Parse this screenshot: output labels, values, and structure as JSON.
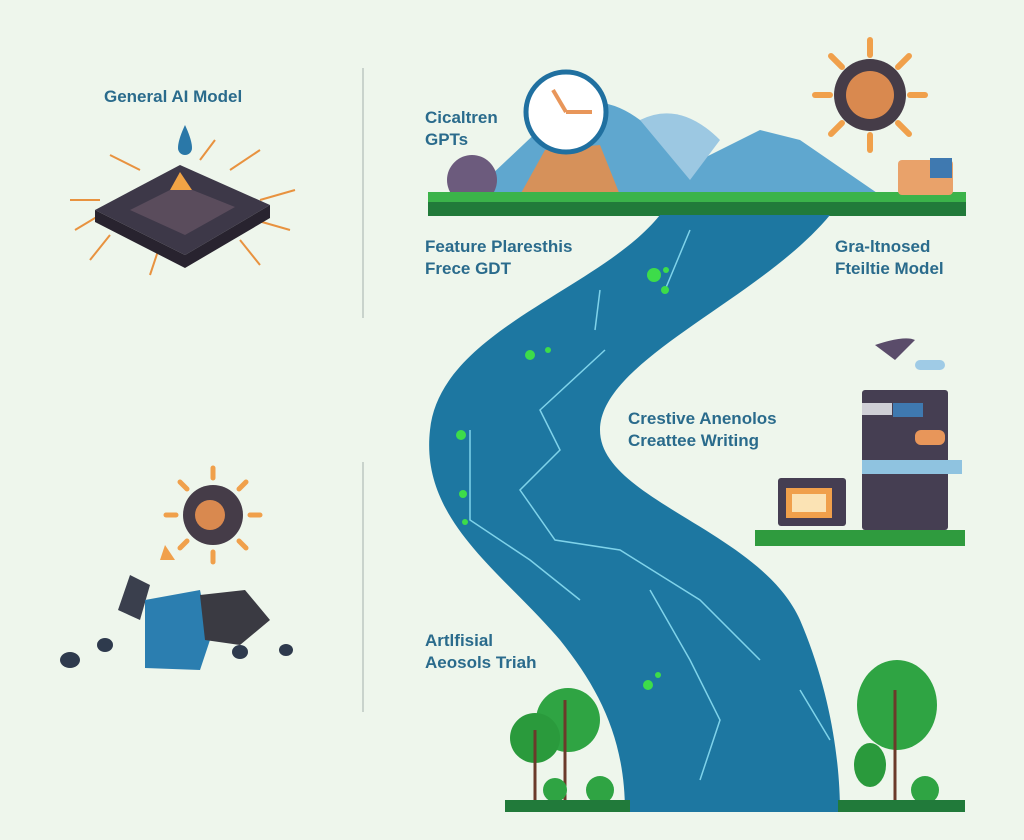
{
  "labels": {
    "general_ai_model": {
      "line1": "General AI Model"
    },
    "custom_gpts": {
      "line1": "Cicaltren",
      "line2": "GPTs"
    },
    "feature_free_gpt": {
      "line1": "Feature Plaresthis",
      "line2": "Frece GDT"
    },
    "graph_based_model": {
      "line1": "Gra-ltnosed",
      "line2": "Fteiltie Model"
    },
    "creative_writing": {
      "line1": "Crestive Anenolos",
      "line2": "Creattee Writing"
    },
    "artificial": {
      "line1": "Artlfisial",
      "line2": "Aeosols Triah"
    }
  },
  "colors": {
    "background": "#eef6ec",
    "text": "#2a6b8c",
    "river": "#1d77a1",
    "grass": "#2f9b3e",
    "sun": "#f0a04b",
    "chip": "#3d3848"
  }
}
